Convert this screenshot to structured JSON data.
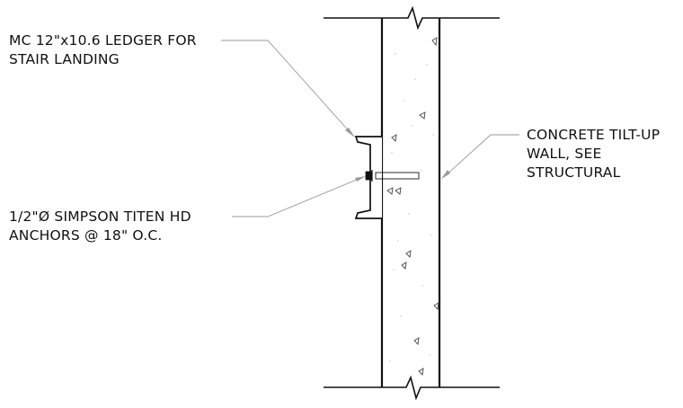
{
  "notes": {
    "ledger": {
      "line1": "MC 12\"x10.6 LEDGER FOR",
      "line2": "STAIR LANDING"
    },
    "anchors": {
      "line1": "1/2\"Ø SIMPSON TITEN HD",
      "line2": "ANCHORS @ 18\" O.C."
    },
    "wall": {
      "line1": "CONCRETE TILT-UP",
      "line2": "WALL, SEE",
      "line3": "STRUCTURAL"
    }
  },
  "colors": {
    "linework": "#111111",
    "leader": "#9a9a9a",
    "hatch": "#bdbdbd",
    "background": "#ffffff"
  }
}
